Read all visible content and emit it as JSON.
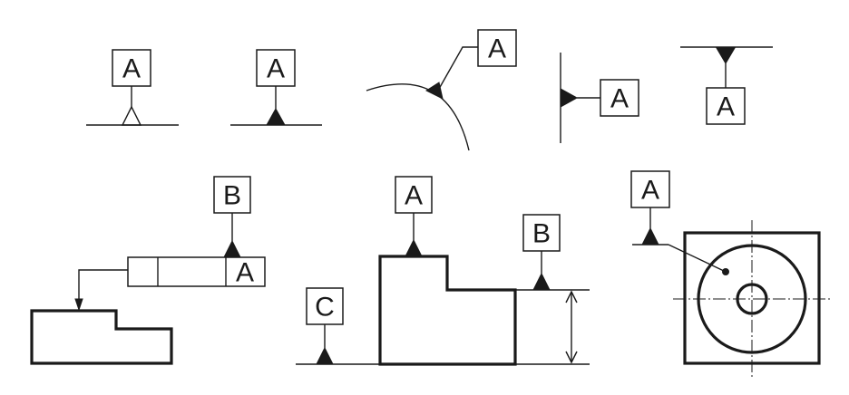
{
  "labels": {
    "a1": "A",
    "a2": "A",
    "a3": "A",
    "a4": "A",
    "a5": "A",
    "b_frame": "B",
    "a_frame": "A",
    "a_step": "A",
    "b_step": "B",
    "c_step": "C",
    "a_circle": "A"
  }
}
